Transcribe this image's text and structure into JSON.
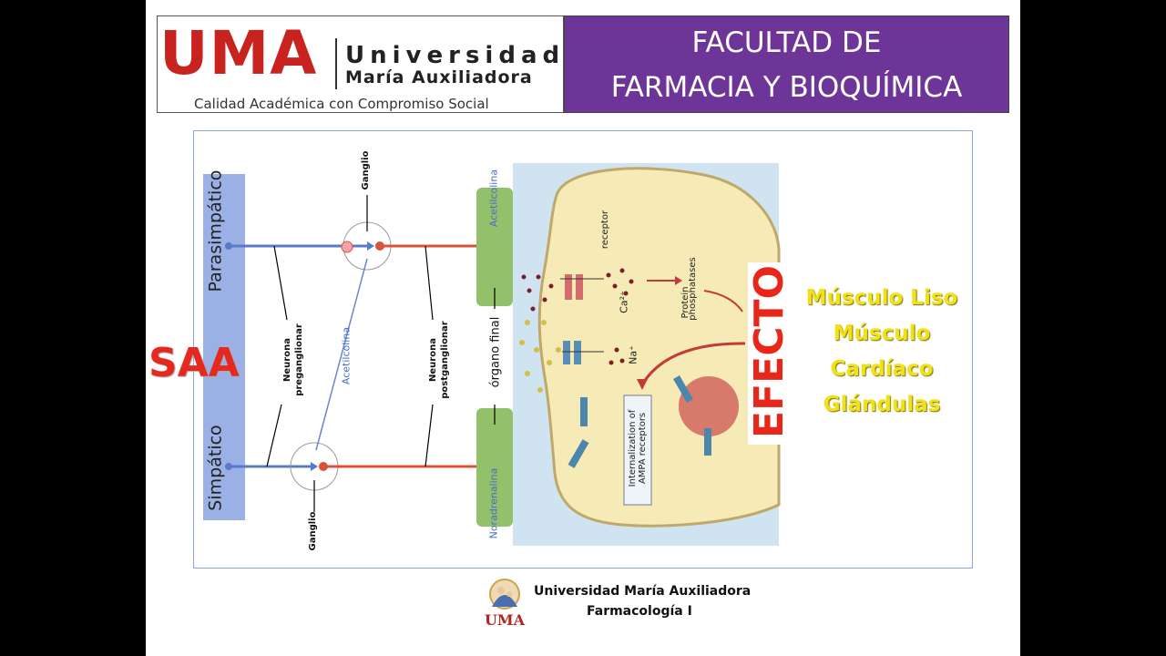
{
  "header": {
    "logo_text": "UMA",
    "university_line1": "Universidad",
    "university_line2": "María Auxiliadora",
    "tagline": "Calidad Académica con Compromiso Social",
    "faculty_line1": "FACULTAD DE",
    "faculty_line2": "FARMACIA Y BIOQUÍMICA"
  },
  "diagram": {
    "saa": "SAA",
    "parasimpatico": "Parasimpático",
    "simpatico": "Simpático",
    "ganglio_top": "Ganglio",
    "ganglio_bottom": "Ganglio",
    "neurona_pre_1": "Neurona",
    "neurona_pre_2": "preganglionar",
    "neurona_post_1": "Neurona",
    "neurona_post_2": "postganglionar",
    "acetilcolina_mid": "Acetilcolina",
    "acetilcolina_top": "Acetilcolina",
    "noradrenalina": "Noradrenalina",
    "organo_final": "órgano final",
    "receptor": "receptor",
    "protein_1": "Protein",
    "protein_2": "phosphatases",
    "ca": "Ca²⁺",
    "na": "Na⁺",
    "internal_1": "Internalization of",
    "internal_2": "AMPA receptors",
    "efecto": "EFECTO",
    "effects": [
      "Músculo Liso",
      "Músculo",
      "Cardíaco",
      "Glándulas"
    ]
  },
  "footer": {
    "logo_text": "UMA",
    "line1": "Universidad María Auxiliadora",
    "line2": "Farmacología I"
  },
  "colors": {
    "brand_red": "#c8231e",
    "header_purple": "#6e3598",
    "nerve_blue": "#5b79c9",
    "nerve_red": "#d9533b",
    "organ_green": "#93c06a",
    "effect_yellow": "#f2e114"
  }
}
